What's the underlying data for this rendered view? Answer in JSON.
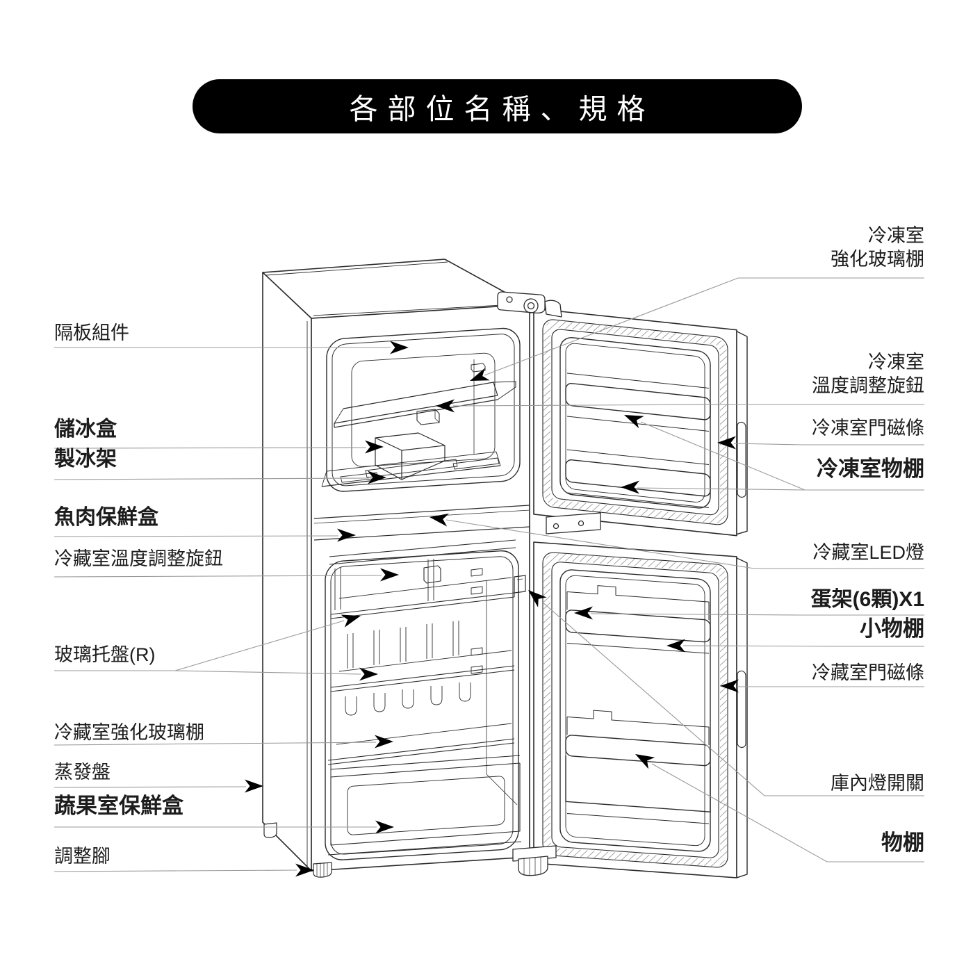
{
  "banner": {
    "title": "各部位名稱、規格",
    "bg": "#000000",
    "text_color": "#ffffff"
  },
  "colors": {
    "line": "#2b2b2b",
    "leader": "#999999",
    "arrow": "#000000",
    "background": "#ffffff"
  },
  "figure": {
    "subject_icon": "refrigerator-line-drawing-icon"
  },
  "labels": {
    "left": [
      {
        "text": "隔板組件",
        "weight": "regular"
      },
      {
        "text": "儲冰盒",
        "weight": "bold"
      },
      {
        "text": "製冰架",
        "weight": "bold"
      },
      {
        "text": "魚肉保鮮盒",
        "weight": "bold"
      },
      {
        "text": "冷藏室溫度調整旋鈕",
        "weight": "regular"
      },
      {
        "text": "玻璃托盤(R)",
        "weight": "regular"
      },
      {
        "text": "冷藏室強化玻璃棚",
        "weight": "regular"
      },
      {
        "text": "蒸發盤",
        "weight": "regular"
      },
      {
        "text": "蔬果室保鮮盒",
        "weight": "bold"
      },
      {
        "text": "調整腳",
        "weight": "regular"
      }
    ],
    "right": [
      {
        "lines": [
          "冷凍室",
          "強化玻璃棚"
        ],
        "weight": "regular"
      },
      {
        "lines": [
          "冷凍室",
          "溫度調整旋鈕"
        ],
        "weight": "regular"
      },
      {
        "lines": [
          "冷凍室門磁條"
        ],
        "weight": "regular"
      },
      {
        "lines": [
          "冷凍室物棚"
        ],
        "weight": "bold"
      },
      {
        "lines": [
          "冷藏室LED燈"
        ],
        "weight": "regular"
      },
      {
        "lines": [
          "蛋架(6顆)X1"
        ],
        "weight": "bold"
      },
      {
        "lines": [
          "小物棚"
        ],
        "weight": "bold"
      },
      {
        "lines": [
          "冷藏室門磁條"
        ],
        "weight": "regular"
      },
      {
        "lines": [
          "庫內燈開關"
        ],
        "weight": "regular"
      },
      {
        "lines": [
          "物棚"
        ],
        "weight": "bold"
      }
    ]
  }
}
